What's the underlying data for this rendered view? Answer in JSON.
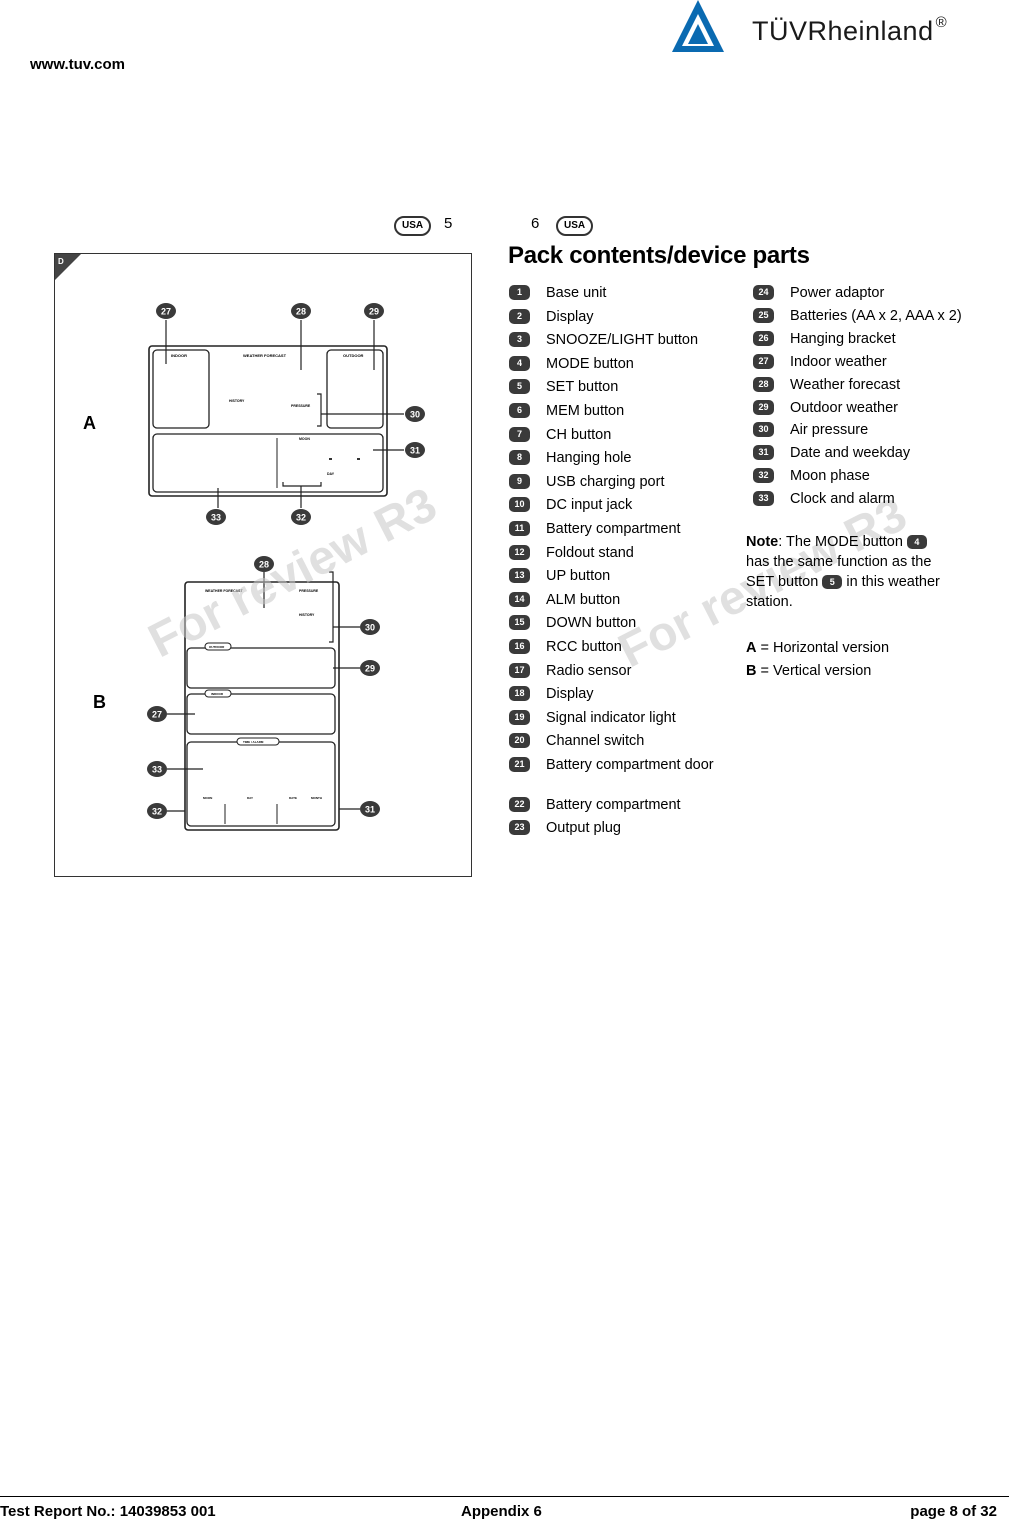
{
  "header": {
    "url": "www.tuv.com",
    "logo_text": "TÜVRheinland",
    "logo_reg": "®"
  },
  "page_markers": {
    "left_badge": "USA",
    "left_page": "5",
    "right_page": "6",
    "right_badge": "USA"
  },
  "figure": {
    "corner_label": "D",
    "label_a": "A",
    "label_b": "B",
    "a_texts": {
      "indoor": "INDOOR",
      "forecast": "WEATHER FORECAST",
      "outdoor": "OUTDOOR",
      "history": "HISTORY",
      "pressure": "PRESSURE",
      "moon": "MOON",
      "day": "DAY"
    },
    "b_texts": {
      "forecast": "WEATHER FORECAST",
      "pressure": "PRESSURE",
      "history": "HISTORY",
      "outdoor": "OUTDOOR",
      "indoor": "INDOOR",
      "clock": "TIME / ALARM",
      "moon": "MOON",
      "day": "DAY",
      "date": "DATE",
      "month": "MONTH"
    },
    "callouts": {
      "a_27": "27",
      "a_28": "28",
      "a_29": "29",
      "a_30": "30",
      "a_31": "31",
      "a_33": "33",
      "a_32": "32",
      "b_28": "28",
      "b_30": "30",
      "b_29": "29",
      "b_27": "27",
      "b_33": "33",
      "b_32": "32",
      "b_31": "31"
    }
  },
  "watermarks": {
    "left": "For review R3",
    "right": "For review R3"
  },
  "pack": {
    "title": "Pack contents/device parts",
    "left_items": [
      {
        "n": "1",
        "label": "Base unit"
      },
      {
        "n": "2",
        "label": "Display"
      },
      {
        "n": "3",
        "label": "SNOOZE/LIGHT button"
      },
      {
        "n": "4",
        "label": "MODE button"
      },
      {
        "n": "5",
        "label": "SET button"
      },
      {
        "n": "6",
        "label": "MEM button"
      },
      {
        "n": "7",
        "label": "CH button"
      },
      {
        "n": "8",
        "label": "Hanging hole"
      },
      {
        "n": "9",
        "label": "USB charging port"
      },
      {
        "n": "10",
        "label": "DC input jack"
      },
      {
        "n": "11",
        "label": "Battery compartment"
      },
      {
        "n": "12",
        "label": "Foldout stand"
      },
      {
        "n": "13",
        "label": "UP button"
      },
      {
        "n": "14",
        "label": "ALM button"
      },
      {
        "n": "15",
        "label": "DOWN button"
      },
      {
        "n": "16",
        "label": "RCC button"
      },
      {
        "n": "17",
        "label": "Radio sensor"
      },
      {
        "n": "18",
        "label": "Display"
      },
      {
        "n": "19",
        "label": "Signal indicator light"
      },
      {
        "n": "20",
        "label": "Channel switch"
      },
      {
        "n": "21",
        "label": "Battery compartment door"
      },
      {
        "n": "22",
        "label": "Battery compartment"
      },
      {
        "n": "23",
        "label": "Output plug"
      }
    ],
    "right_items": [
      {
        "n": "24",
        "label": "Power adaptor"
      },
      {
        "n": "25",
        "label": "Batteries (AA x 2, AAA x 2)"
      },
      {
        "n": "26",
        "label": "Hanging bracket"
      },
      {
        "n": "27",
        "label": "Indoor weather"
      },
      {
        "n": "28",
        "label": "Weather forecast"
      },
      {
        "n": "29",
        "label": "Outdoor weather"
      },
      {
        "n": "30",
        "label": "Air pressure"
      },
      {
        "n": "31",
        "label": "Date and weekday"
      },
      {
        "n": "32",
        "label": "Moon phase"
      },
      {
        "n": "33",
        "label": "Clock and alarm"
      }
    ],
    "note": {
      "bold": "Note",
      "part1": ": The MODE button",
      "badge1": "4",
      "part2": "has the same function as the",
      "part3": "SET button",
      "badge2": "5",
      "part4": "in this weather",
      "part5": "station."
    },
    "legend_a_key": "A",
    "legend_a_val": " = Horizontal version",
    "legend_b_key": "B",
    "legend_b_val": " = Vertical version"
  },
  "footer": {
    "report": "Test Report No.: 14039853 001",
    "appendix": "Appendix 6",
    "page": "page 8 of 32"
  }
}
